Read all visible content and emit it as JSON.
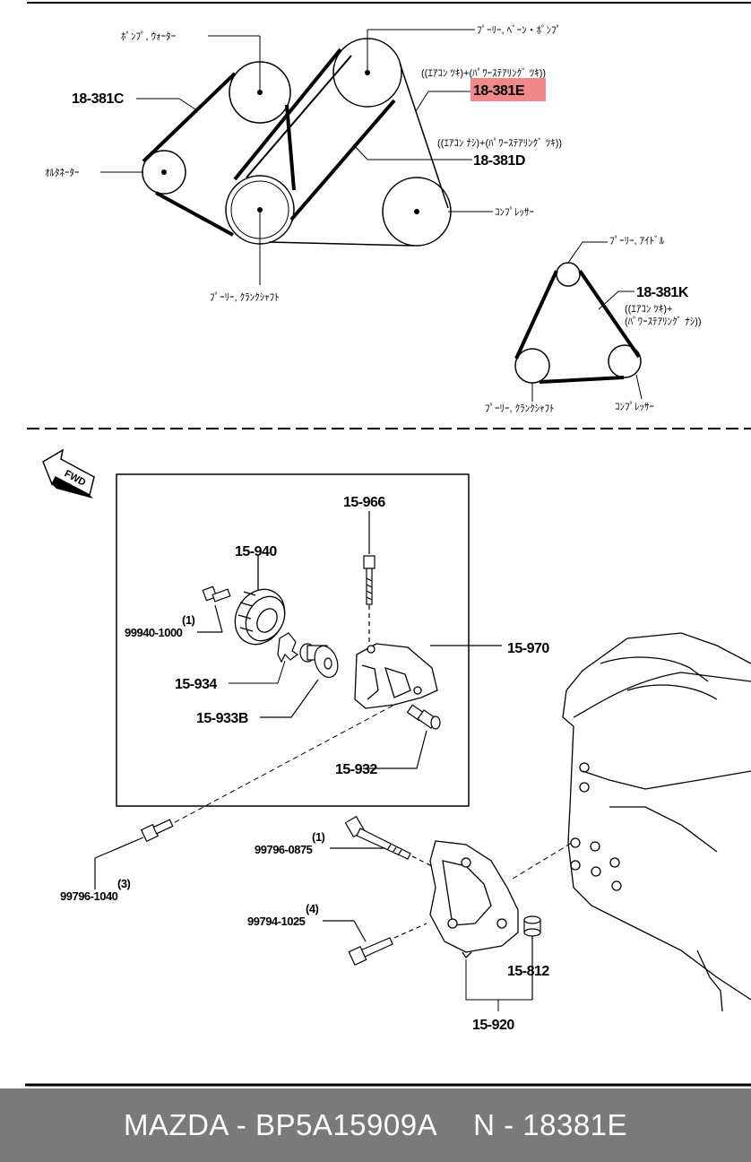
{
  "labels": {
    "pump_water": "ﾎﾟﾝﾌﾟ, ｳｫｰﾀｰ",
    "pulley_vane_pump": "ﾌﾟｰﾘｰ, ﾍﾞｰﾝ・ﾎﾟﾝﾌﾟ",
    "note_e": "((ｴｱｺﾝ ﾂｷ)+(ﾊﾟﾜｰｽﾃｱﾘﾝｸﾞ ﾂｷ))",
    "part_e": "18-381E",
    "part_c": "18-381C",
    "note_d": "((ｴｱｺﾝ ﾅｼ)+(ﾊﾟﾜｰｽﾃｱﾘﾝｸﾞ ﾂｷ))",
    "part_d": "18-381D",
    "alternator": "ｵﾙﾀﾈｰﾀｰ",
    "compressor_1": "ｺﾝﾌﾟﾚｯｻｰ",
    "pulley_crank_1": "ﾌﾟｰﾘｰ, ｸﾗﾝｸｼｬﾌﾄ",
    "pulley_idler": "ﾌﾟｰﾘｰ, ｱｲﾄﾞﾙ",
    "part_k": "18-381K",
    "note_k_1": "((ｴｱｺﾝ ﾂｷ)+",
    "note_k_2": "(ﾊﾟﾜｰｽﾃｱﾘﾝｸﾞ ﾅｼ))",
    "pulley_crank_2": "ﾌﾟｰﾘｰ, ｸﾗﾝｸｼｬﾌﾄ",
    "compressor_2": "ｺﾝﾌﾟﾚｯｻｰ",
    "fwd": "FWD",
    "p15966": "15-966",
    "p15940": "15-940",
    "q1a": "(1)",
    "p99940": "99940-1000",
    "p15970": "15-970",
    "p15934": "15-934",
    "p15933b": "15-933B",
    "p15932": "15-932",
    "q1b": "(1)",
    "p99796_0875": "99796-0875",
    "q3": "(3)",
    "p99796_1040": "99796-1040",
    "q4": "(4)",
    "p99794": "99794-1025",
    "p15812": "15-812",
    "p15920": "15-920"
  },
  "footer": {
    "left": "MAZDA - BP5A15909A",
    "right": "N - 18381E"
  },
  "colors": {
    "highlight": "#f08a8a",
    "footer_bg": "#7a7a7a",
    "footer_text": "#ffffff"
  }
}
